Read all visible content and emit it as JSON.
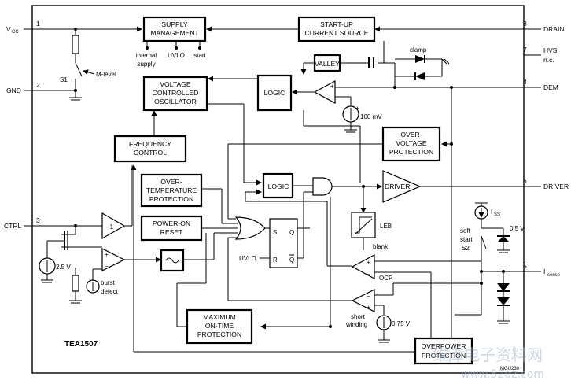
{
  "pins": {
    "vcc": {
      "number": "1",
      "name": "V",
      "sub": "CC"
    },
    "gnd": {
      "number": "2",
      "name": "GND"
    },
    "ctrl": {
      "number": "3",
      "name": "CTRL"
    },
    "dem": {
      "number": "4",
      "name": "DEM"
    },
    "isense": {
      "number": "5",
      "name": "I",
      "sub": "sense"
    },
    "driver": {
      "number": "6",
      "name": "DRIVER"
    },
    "hvs": {
      "number": "7",
      "name": "HVS",
      "nc": "n.c."
    },
    "drain": {
      "number": "8",
      "name": "DRAIN"
    }
  },
  "blocks": {
    "supply": [
      "SUPPLY",
      "MANAGEMENT"
    ],
    "startup": [
      "START-UP",
      "CURRENT SOURCE"
    ],
    "valley": "VALLEY",
    "logic_top": "LOGIC",
    "vco": [
      "VOLTAGE",
      "CONTROLLED",
      "OSCILLATOR"
    ],
    "freq": [
      "FREQUENCY",
      "CONTROL"
    ],
    "ovp": [
      "OVER-",
      "VOLTAGE",
      "PROTECTION"
    ],
    "otp": [
      "OVER-",
      "TEMPERATURE",
      "PROTECTION"
    ],
    "por": [
      "POWER-ON",
      "RESET"
    ],
    "logic_mid": "LOGIC",
    "driver": "DRIVER",
    "maxon": [
      "MAXIMUM",
      "ON-TIME",
      "PROTECTION"
    ],
    "opp": [
      "OVERPOWER",
      "PROTECTION"
    ]
  },
  "labels": {
    "internal_supply": [
      "internal",
      "supply"
    ],
    "uvlo_out": "UVLO",
    "start": "start",
    "switch_s1": "S1",
    "m_level": "M-level",
    "clamp": "clamp",
    "v100": "100 mV",
    "amp_gain": "−1",
    "v25": "2.5 V",
    "burst": [
      "burst",
      "detect"
    ],
    "uvlo_in": "UVLO",
    "ff_s": "S",
    "ff_r": "R",
    "ff_q": "Q",
    "ff_qbar": "Q",
    "leb": "LEB",
    "blank": "blank",
    "ocp": "OCP",
    "iss": "I",
    "iss_sub": "SS",
    "soft_start": [
      "soft",
      "start",
      "S2"
    ],
    "v05": "0.5 V",
    "short_winding": [
      "short",
      "winding"
    ],
    "v075": "0.75 V",
    "chip": "TEA1507",
    "code": "MGU230",
    "plus": "+",
    "minus": "−"
  },
  "watermark": [
    "维库电子资料网",
    "www.52dz.com"
  ]
}
